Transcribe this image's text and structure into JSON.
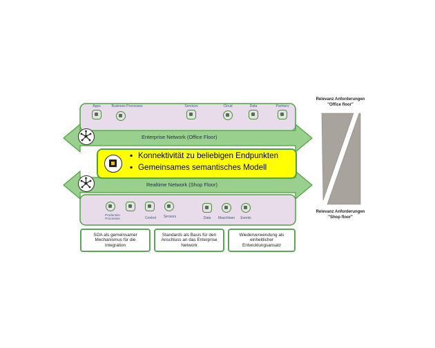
{
  "enterprise": {
    "title": "Enterprise Network  (Office Floor)",
    "icons": [
      {
        "label": "Apps",
        "icon": "apps-icon"
      },
      {
        "label": "Business Processes",
        "icon": "business-process-icon"
      },
      {
        "label": "Services",
        "icon": "server-icon"
      },
      {
        "label": "Cloud",
        "icon": "cloud-icon"
      },
      {
        "label": "Data",
        "icon": "database-icon"
      },
      {
        "label": "Partners",
        "icon": "building-icon"
      }
    ]
  },
  "center": {
    "line1": "Konnektivität zu beliebigen Endpunkten",
    "line2": "Gemeinsames semantisches Modell",
    "bullet": "▪"
  },
  "realtime": {
    "title": "Realtime Network (Shop Floor)",
    "icons": [
      {
        "label": "Production Processes",
        "icon": "production-icon"
      },
      {
        "label": "",
        "icon": "tablet-icon"
      },
      {
        "label": "Control",
        "icon": "plc-icon"
      },
      {
        "label": "Sensors",
        "icon": "sensor-icon"
      },
      {
        "label": "Data",
        "icon": "database-icon"
      },
      {
        "label": "Maschinen",
        "icon": "machine-gear-icon"
      },
      {
        "label": "Events",
        "icon": "alert-icon"
      }
    ]
  },
  "bottom_boxes": [
    {
      "text": "SOA als gemeinsamer Mechanismus für die Integration"
    },
    {
      "text": "Standards als Basis für den Anschluss an das Enterprise Network"
    },
    {
      "text": "Wiederverwendung als einheitlicher Entwicklungsansatz"
    }
  ],
  "relevance": {
    "top_line1": "Relevanz Anforderungen",
    "top_line2": "\"Office floor\"",
    "bottom_line1": "Relevanz Anforderungen",
    "bottom_line2": "\"Shop floor\""
  },
  "colors": {
    "arrow_green": "#9ad08d",
    "arrow_border": "#4aa23e",
    "panel_purple": "#e8dcea",
    "center_yellow": "#ffff00",
    "relevance_gray": "#a8a39c"
  }
}
